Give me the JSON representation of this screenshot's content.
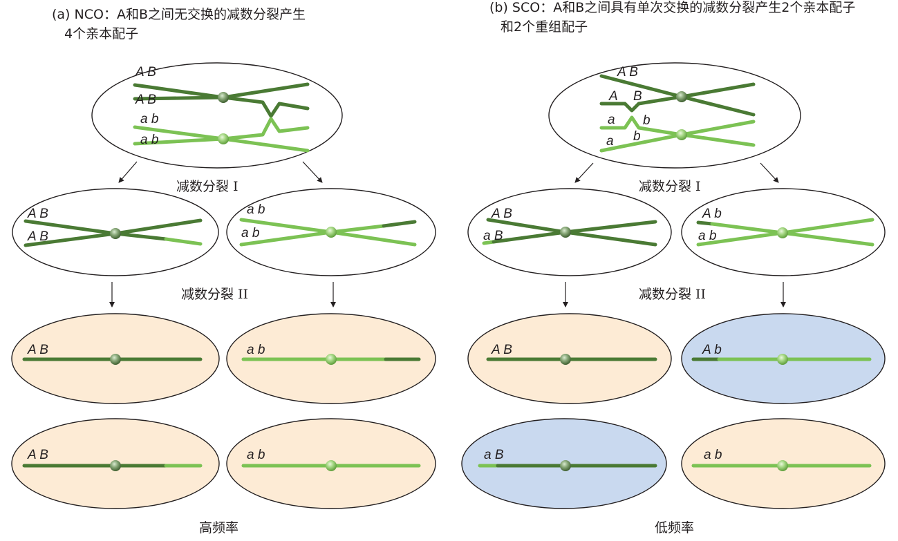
{
  "colors": {
    "dark_green": "#4a7a34",
    "light_green": "#7cc254",
    "parental_fill": "#fdebd5",
    "recombinant_fill": "#c9d9ef",
    "cell_fill": "#ffffff"
  },
  "labels": {
    "meiosis1": "减数分裂 I",
    "meiosis2": "减数分裂 II"
  },
  "panel_a": {
    "title_line1": "(a) NCO：A和B之间无交换的减数分裂产生",
    "title_line2": "4个亲本配子",
    "frequency": "高频率",
    "tetrad_labels": [
      "A B",
      "A B",
      "a b",
      "a b"
    ],
    "m1_left": [
      "A B",
      "A B"
    ],
    "m1_right": [
      "a b",
      "a b"
    ],
    "gametes": [
      "A B",
      "a b",
      "A B",
      "a b"
    ]
  },
  "panel_b": {
    "title_line1": "(b) SCO：A和B之间具有单次交换的减数分裂产生2个亲本配子",
    "title_line2": "和2个重组配子",
    "frequency": "低频率",
    "tetrad_labels": [
      "A B",
      "A",
      "B",
      "a",
      "b",
      "a",
      "b"
    ],
    "m1_left": [
      "A B",
      "a B"
    ],
    "m1_right": [
      "A b",
      "a b"
    ],
    "gametes": [
      "A B",
      "A b",
      "a B",
      "a b"
    ],
    "gamete_types": [
      "parental",
      "recombinant",
      "recombinant",
      "parental"
    ]
  }
}
